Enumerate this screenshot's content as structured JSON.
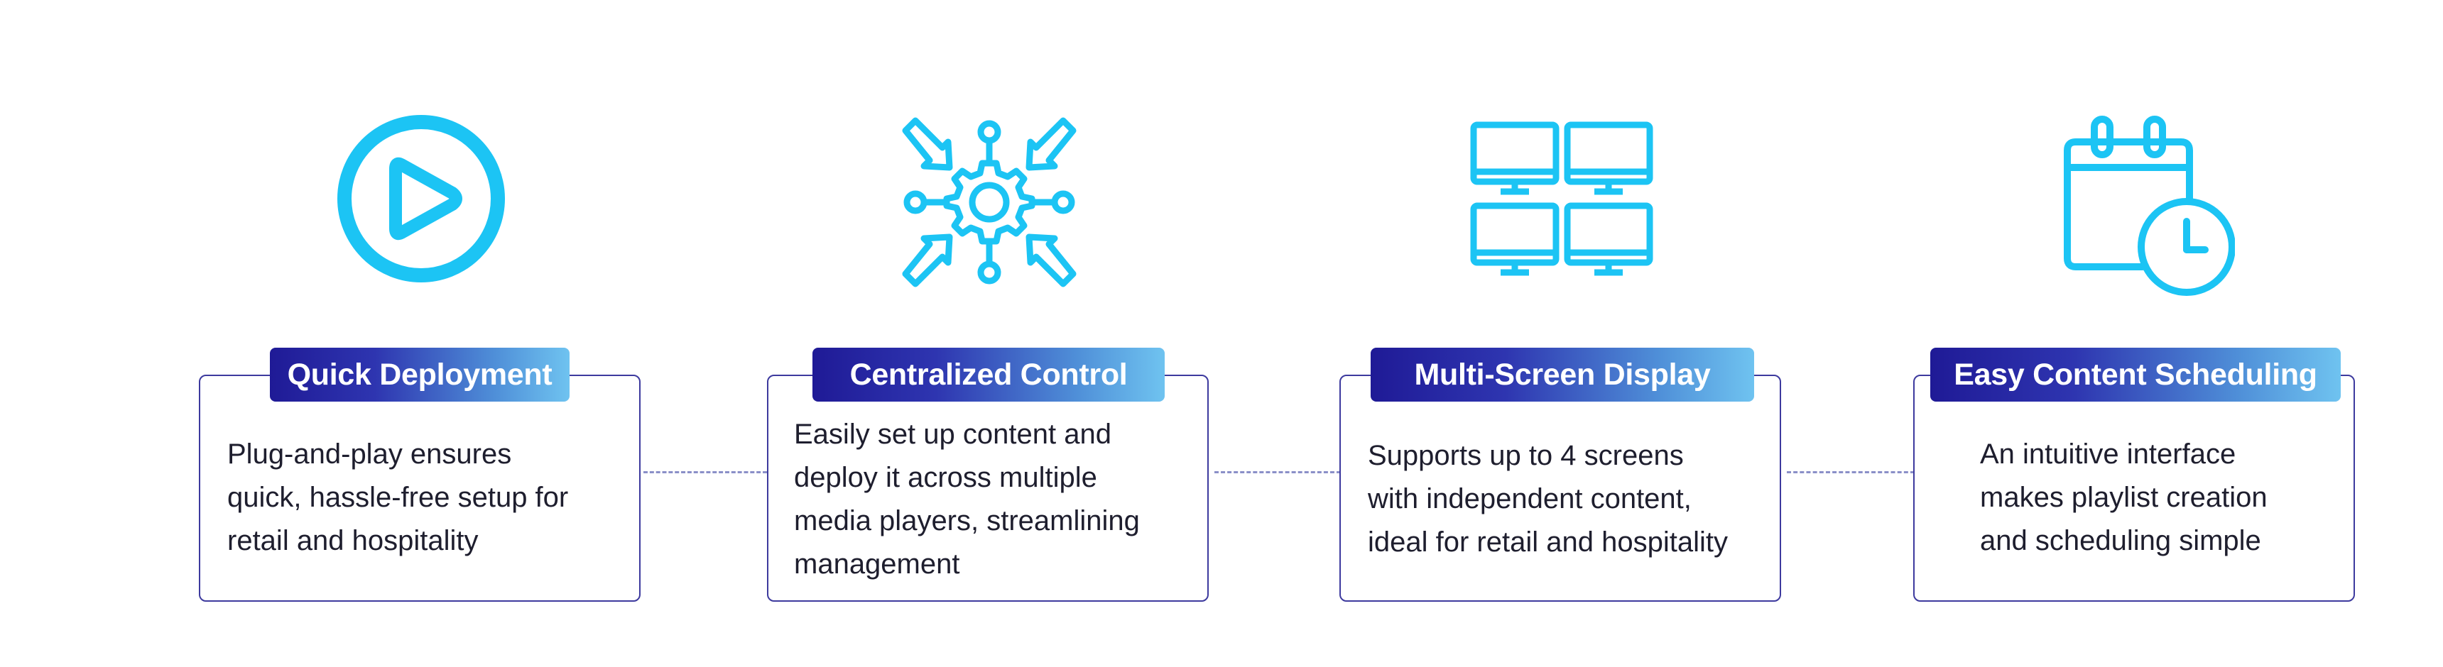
{
  "features": [
    {
      "title": "Quick Deployment",
      "icon": "play-circle-icon",
      "lines": [
        "Plug-and-play ensures",
        "quick, hassle-free setup for",
        "retail and hospitality"
      ]
    },
    {
      "title": "Centralized Control",
      "icon": "gear-network-icon",
      "lines": [
        "Easily set up content and",
        "deploy it across multiple",
        "media players, streamlining",
        "management"
      ]
    },
    {
      "title": "Multi-Screen Display",
      "icon": "four-monitors-icon",
      "lines": [
        "Supports up to 4 screens",
        "with independent content,",
        "ideal for retail and hospitality"
      ]
    },
    {
      "title": "Easy Content Scheduling",
      "icon": "calendar-clock-icon",
      "lines": [
        "An intuitive interface",
        "makes playlist creation",
        "and scheduling simple"
      ]
    }
  ],
  "colors": {
    "icon": "#1cc4f4",
    "card_border": "#3d3a9e",
    "badge_start": "#1f1a96",
    "badge_end": "#6fc3f0",
    "connector": "#8b8fc8",
    "text": "#1e1e2e"
  }
}
